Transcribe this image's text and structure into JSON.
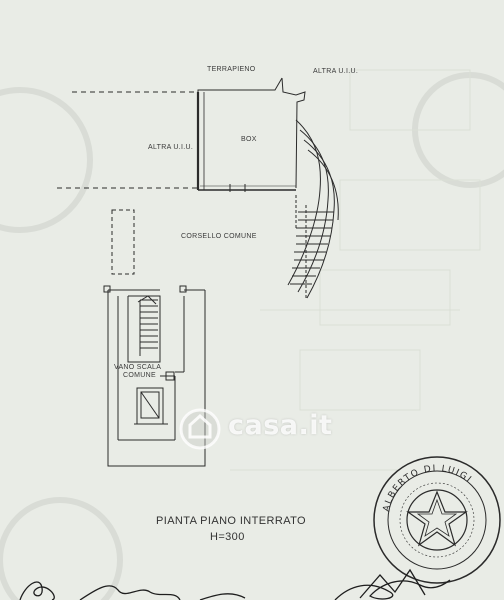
{
  "labels": {
    "terrapieno": "TERRAPIENO",
    "altra_uiu_top": "ALTRA U.I.U.",
    "altra_uiu_left": "ALTRA U.I.U.",
    "box": "BOX",
    "corsello_comune": "CORSELLO COMUNE",
    "vano_scala_line1": "VANO SCALA",
    "vano_scala_line2": "COMUNE"
  },
  "title": {
    "line1": "PIANTA PIANO INTERRATO",
    "line2": "H=300"
  },
  "watermark": {
    "text": "casa.it",
    "icon": "house-icon"
  },
  "stamp": {
    "arc_text": "ALBERTO DI LUIGI",
    "icon": "emblem-icon"
  },
  "colors": {
    "paper": "#e9ece6",
    "ink": "#2b2b2b"
  }
}
